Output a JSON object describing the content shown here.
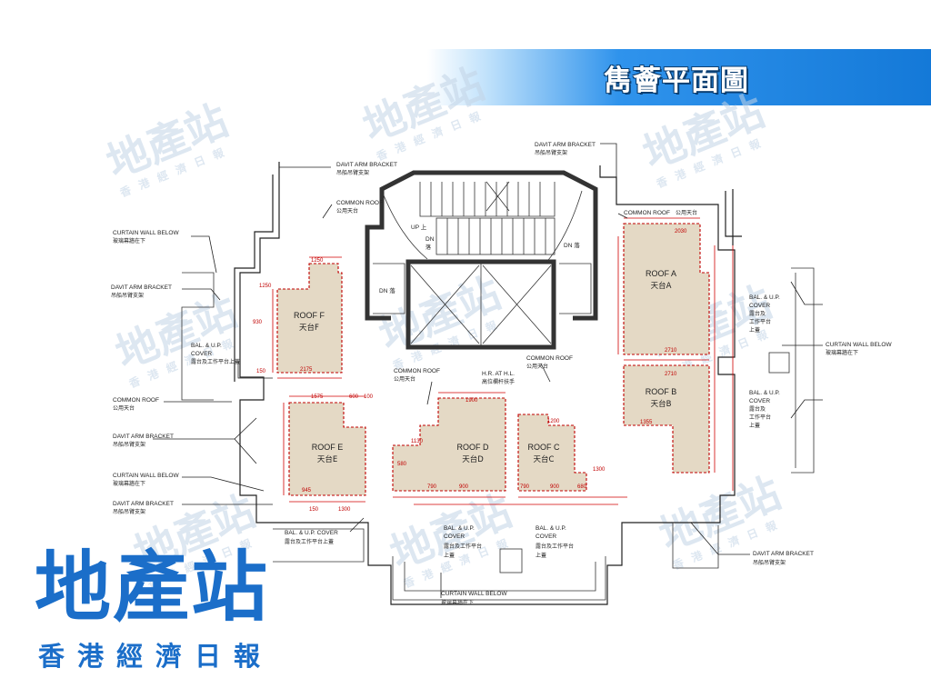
{
  "header": {
    "title": "雋薈平面圖",
    "accent_color": "#1479d8"
  },
  "watermark": {
    "text": "地產站",
    "sub": "香港經濟日報"
  },
  "logo": {
    "main": "地產站",
    "sub": "香港經濟日報",
    "color": "#1b6ec9"
  },
  "plan": {
    "roofs": {
      "a": {
        "en": "ROOF A",
        "cn": "天台A",
        "dims": [
          "2030",
          "2710"
        ]
      },
      "b": {
        "en": "ROOF B",
        "cn": "天台B",
        "dims": [
          "2710",
          "1355"
        ]
      },
      "c": {
        "en": "ROOF C",
        "cn": "天台C",
        "dims": [
          "1200",
          "1300",
          "790",
          "900",
          "680"
        ]
      },
      "d": {
        "en": "ROOF D",
        "cn": "天台D",
        "dims": [
          "1900",
          "1130",
          "900",
          "580",
          "790"
        ]
      },
      "e": {
        "en": "ROOF E",
        "cn": "天台E",
        "dims": [
          "1575",
          "600",
          "100",
          "945",
          "1300",
          "150"
        ]
      },
      "f": {
        "en": "ROOF F",
        "cn": "天台F",
        "dims": [
          "1250",
          "1250",
          "930",
          "2175",
          "150"
        ]
      }
    },
    "labels": {
      "davit_top_left": {
        "en": "DAVIT ARM BRACKET",
        "cn": "吊船吊臂支架"
      },
      "davit_top_right": {
        "en": "DAVIT ARM BRACKET",
        "cn": "吊船吊臂支架"
      },
      "davit_left_1": {
        "en": "DAVIT ARM BRACKET",
        "cn": "吊船吊臂支架"
      },
      "davit_left_2": {
        "en": "DAVIT ARM BRACKET",
        "cn": "吊船吊臂支架"
      },
      "davit_left_3": {
        "en": "DAVIT ARM BRACKET",
        "cn": "吊船吊臂支架"
      },
      "davit_bottom_right": {
        "en": "DAVIT ARM BRACKET",
        "cn": "吊船吊臂支架"
      },
      "common_roof_top": {
        "en": "COMMON ROOF",
        "cn": "公用天台"
      },
      "common_roof_top_right": {
        "en": "COMMON ROOF",
        "cn": "公用天台"
      },
      "common_roof_left": {
        "en": "COMMON ROOF",
        "cn": "公用天台"
      },
      "common_roof_mid": {
        "en": "COMMON ROOF",
        "cn": "公用天台"
      },
      "common_roof_mid_right": {
        "en": "COMMON ROOF",
        "cn": "公用天台"
      },
      "curtain_left_1": {
        "en": "CURTAIN WALL BELOW",
        "cn": "玻璃幕牆在下"
      },
      "curtain_left_2": {
        "en": "CURTAIN WALL BELOW",
        "cn": "玻璃幕牆在下"
      },
      "curtain_right": {
        "en": "CURTAIN WALL BELOW",
        "cn": "玻璃幕牆在下"
      },
      "curtain_bottom": {
        "en": "CURTAIN WALL BELOW",
        "cn": "玻璃幕牆在下"
      },
      "bal_left": {
        "en": "BAL. & U.P.",
        "en2": "COVER",
        "cn": "露台及工作平台上蓋"
      },
      "bal_right_a": {
        "en": "BAL. & U.P.",
        "en2": "COVER",
        "cn": "露台及",
        "cn2": "工作平台",
        "cn3": "上蓋"
      },
      "bal_right_b": {
        "en": "BAL. & U.P.",
        "en2": "COVER",
        "cn": "露台及",
        "cn2": "工作平台",
        "cn3": "上蓋"
      },
      "bal_bottom_left": {
        "en": "BAL. & U.P. COVER",
        "cn": "露台及工作平台上蓋"
      },
      "bal_bottom_1": {
        "en": "BAL. & U.P.",
        "en2": "COVER",
        "cn": "露台及工作平台",
        "cn2": "上蓋"
      },
      "bal_bottom_2": {
        "en": "BAL. & U.P.",
        "en2": "COVER",
        "cn": "露台及工作平台",
        "cn2": "上蓋"
      },
      "hr_at_hl": {
        "en": "H.R. AT H.L.",
        "cn": "高位欄杆扶手"
      },
      "stair_up": "UP 上",
      "stair_dn1": "DN",
      "stair_dn1_cn": "落",
      "stair_dn2": "DN 落",
      "stair_dn3": "DN 落"
    }
  }
}
